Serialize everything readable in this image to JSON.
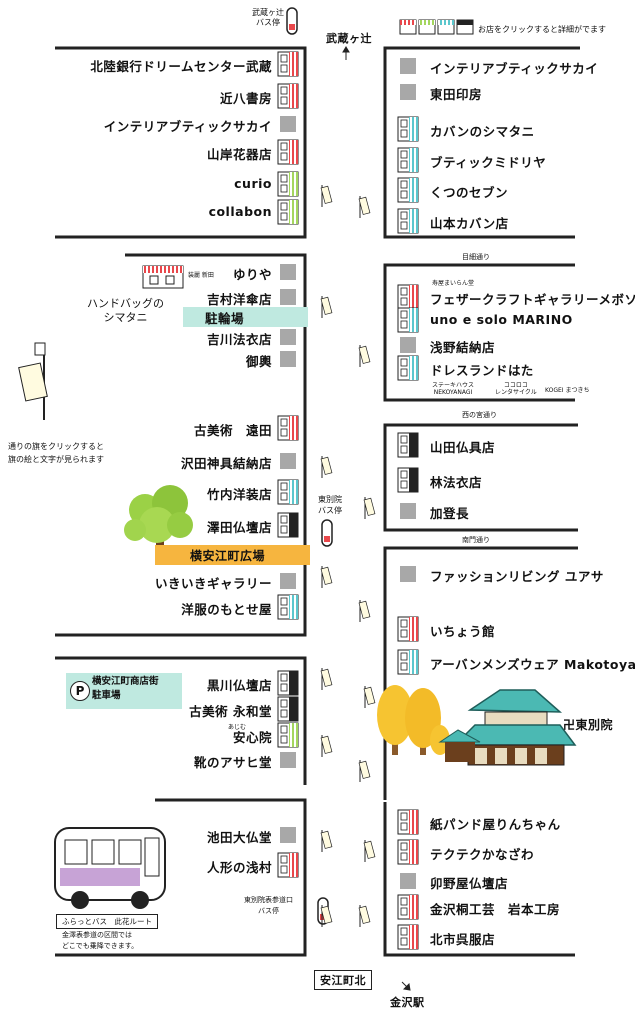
{
  "top": {
    "musashi_bus_stop": "武蔵ヶ辻\nバス停",
    "musashi_junction": "武蔵ヶ辻",
    "legend_note": "お店をクリックすると詳細がでます"
  },
  "streets": {
    "menkai": "目細通り",
    "nishimiya": "西の宮通り",
    "nanmon": "南門通り"
  },
  "west_shops": [
    {
      "label": "北陸銀行ドリームセンター武蔵",
      "style": "red"
    },
    {
      "label": "近八書房",
      "style": "red"
    },
    {
      "label": "インテリアブティックサカイ",
      "style": "gray"
    },
    {
      "label": "山岸花器店",
      "style": "red"
    },
    {
      "label": "curio",
      "style": "green"
    },
    {
      "label": "collabon",
      "style": "green"
    },
    {
      "label": "ゆりや",
      "style": "gray"
    },
    {
      "label": "吉村洋傘店",
      "style": "gray"
    },
    {
      "label": "駐輪場",
      "style": "teal"
    },
    {
      "label": "吉川法衣店",
      "style": "gray"
    },
    {
      "label": "御輿",
      "style": "gray"
    },
    {
      "label": "古美術　遠田",
      "style": "red"
    },
    {
      "label": "沢田神具結納店",
      "style": "gray"
    },
    {
      "label": "竹内洋装店",
      "style": "teal"
    },
    {
      "label": "澤田仏壇店",
      "style": "black"
    },
    {
      "label": "いきいきギャラリー",
      "style": "gray"
    },
    {
      "label": "洋服のもとせ屋",
      "style": "teal"
    },
    {
      "label": "黒川仏壇店",
      "style": "black"
    },
    {
      "label": "古美術 永和堂",
      "style": "black"
    },
    {
      "label": "安心院",
      "style": "green"
    },
    {
      "label": "靴のアサヒ堂",
      "style": "gray"
    },
    {
      "label": "池田大仏堂",
      "style": "gray"
    },
    {
      "label": "人形の浅村",
      "style": "red"
    }
  ],
  "east_shops": [
    {
      "label": "インテリアブティックサカイ",
      "style": "gray"
    },
    {
      "label": "東田印房",
      "style": "gray"
    },
    {
      "label": "カバンのシマタニ",
      "style": "teal"
    },
    {
      "label": "ブティックミドリヤ",
      "style": "teal"
    },
    {
      "label": "くつのセブン",
      "style": "teal"
    },
    {
      "label": "山本カバン店",
      "style": "teal"
    },
    {
      "label": "フェザークラフトギャラリーメボソ",
      "style": "red"
    },
    {
      "label": "uno e solo MARINO",
      "style": "teal"
    },
    {
      "label": "浅野結納店",
      "style": "gray"
    },
    {
      "label": "ドレスランドはた",
      "style": "teal"
    },
    {
      "label": "山田仏具店",
      "style": "black"
    },
    {
      "label": "林法衣店",
      "style": "black"
    },
    {
      "label": "加登長",
      "style": "gray"
    },
    {
      "label": "ファッションリビング ユアサ",
      "style": "gray"
    },
    {
      "label": "いちょう館",
      "style": "red"
    },
    {
      "label": "アーバンメンズウェア Makotoya",
      "style": "teal"
    },
    {
      "label": "紙パンド屋りんちゃん",
      "style": "red"
    },
    {
      "label": "テクテクかなざわ",
      "style": "red"
    },
    {
      "label": "卯野屋仏壇店",
      "style": "gray"
    },
    {
      "label": "金沢桐工芸　岩本工房",
      "style": "red"
    },
    {
      "label": "北市呉服店",
      "style": "red"
    }
  ],
  "small_labels": {
    "wakodo": "装麗 新田",
    "kokoroya": "寿屋まいらん堂",
    "nekoyanagi": "ステーキハウス\nNEKOYANAGI",
    "cocolo": "ココロコ\nレンタサイクル",
    "kogei": "KOGEI まつきち",
    "handbag": "ハンドバッグの\nシマタニ",
    "ajimu_ruby": "あじむ"
  },
  "features": {
    "hiroba": "横安江町広場",
    "parking": "横安江町商店街\n駐車場",
    "parking_symbol": "P",
    "higashi_betsuin": "卍東別院",
    "betsuin_bus": "東別院\nバス停",
    "betsuin_entrance_bus": "東別院表参道口\nバス停",
    "yasue_north": "安江町北",
    "kanazawa_station": "金沢駅",
    "flag_note": "通りの旗をクリックすると\n旗の絵と文字が見られます",
    "furatto_title": "ふらっとバス　此花ルート",
    "furatto_note": "金澤表参道の区間では\nどこでも乗降できます。"
  },
  "colors": {
    "red": "#e9474b",
    "green": "#a4d65e",
    "teal": "#5bc7cd",
    "black": "#222222",
    "gray": "#a8a8a8",
    "lightgreen": "#bfe9e0",
    "orange": "#f6b53f"
  }
}
